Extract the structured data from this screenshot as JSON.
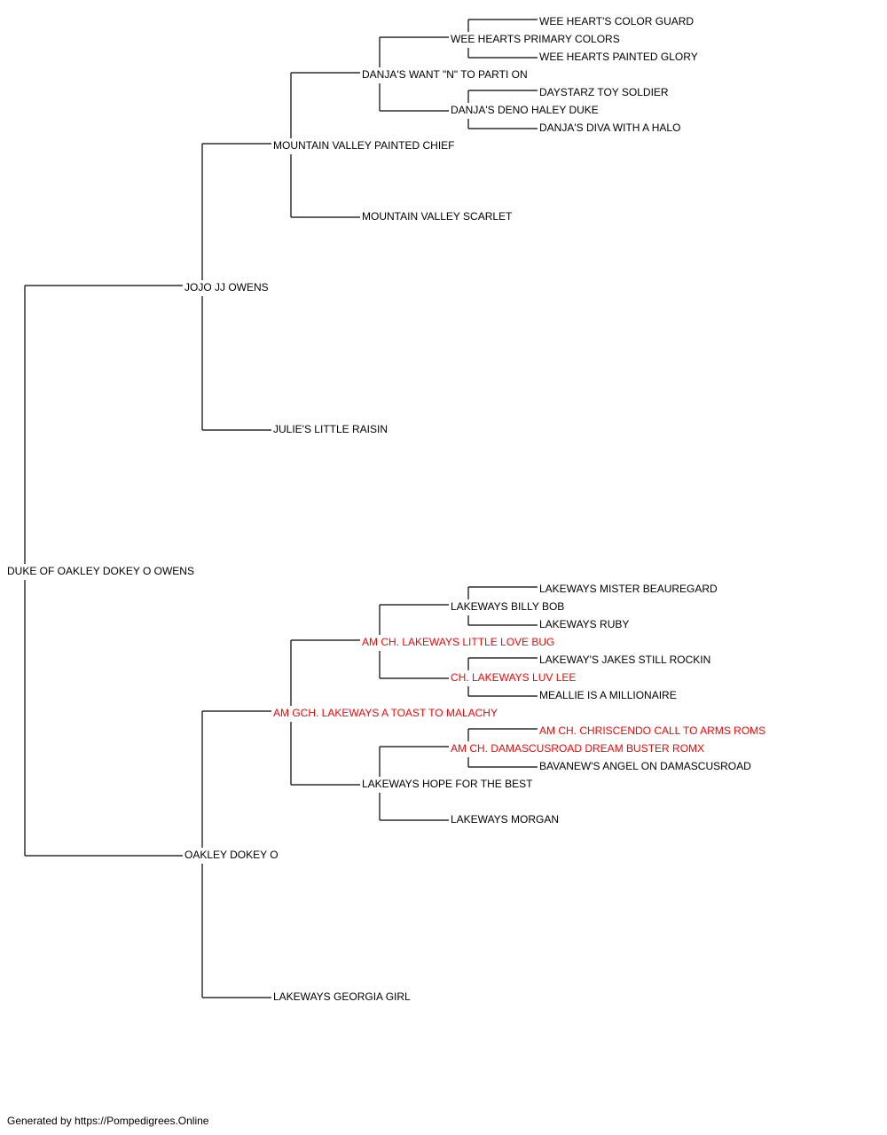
{
  "pedigree": {
    "subject": {
      "name": "DUKE OF OAKLEY DOKEY O OWENS",
      "champion": false
    },
    "sire": {
      "name": "JOJO JJ OWENS",
      "champion": false
    },
    "dam": {
      "name": "OAKLEY DOKEY O",
      "champion": false
    },
    "sire_sire": {
      "name": "MOUNTAIN VALLEY PAINTED CHIEF",
      "champion": false
    },
    "sire_dam": {
      "name": "JULIE'S LITTLE RAISIN",
      "champion": false
    },
    "dam_sire": {
      "name": "AM GCH. LAKEWAYS A TOAST TO MALACHY",
      "champion": true
    },
    "dam_dam": {
      "name": "LAKEWAYS GEORGIA GIRL",
      "champion": false
    },
    "ss_sire": {
      "name": "DANJA'S WANT \"N\" TO PARTI ON",
      "champion": false
    },
    "ss_dam": {
      "name": "MOUNTAIN VALLEY SCARLET",
      "champion": false
    },
    "ds_sire": {
      "name": "AM CH. LAKEWAYS LITTLE LOVE BUG",
      "champion": true
    },
    "ds_dam": {
      "name": "LAKEWAYS HOPE FOR THE BEST",
      "champion": false
    },
    "sss_sire": {
      "name": "WEE HEARTS PRIMARY COLORS",
      "champion": false
    },
    "sss_dam": {
      "name": "DANJA'S DENO HALEY DUKE",
      "champion": false
    },
    "dss_sire": {
      "name": "LAKEWAYS BILLY BOB",
      "champion": false
    },
    "dss_dam": {
      "name": "CH. LAKEWAYS LUV LEE",
      "champion": true
    },
    "dsd_sire": {
      "name": "AM CH. DAMASCUSROAD DREAM BUSTER ROMX",
      "champion": true
    },
    "dsd_dam": {
      "name": "LAKEWAYS MORGAN",
      "champion": false
    },
    "ssss_sire": {
      "name": "WEE HEART'S COLOR GUARD",
      "champion": false
    },
    "ssss_dam": {
      "name": "WEE HEARTS PAINTED GLORY",
      "champion": false
    },
    "sssd_sire": {
      "name": "DAYSTARZ TOY SOLDIER",
      "champion": false
    },
    "sssd_dam": {
      "name": "DANJA'S DIVA WITH A HALO",
      "champion": false
    },
    "dsss_sire": {
      "name": "LAKEWAYS MISTER BEAUREGARD",
      "champion": false
    },
    "dsss_dam": {
      "name": "LAKEWAYS RUBY",
      "champion": false
    },
    "dssd_sire": {
      "name": "LAKEWAY'S JAKES STILL ROCKIN",
      "champion": false
    },
    "dssd_dam": {
      "name": "MEALLIE IS A MILLIONAIRE",
      "champion": false
    },
    "dsds_sire": {
      "name": "AM CH. CHRISCENDO CALL TO ARMS ROMS",
      "champion": true
    },
    "dsds_dam": {
      "name": "BAVANEW'S ANGEL ON DAMASCUSROAD",
      "champion": false
    }
  },
  "footer": "Generated by https://Pompedigrees.Online",
  "colors": {
    "line": "#000000",
    "text": "#000000",
    "champion": "#ff0000"
  }
}
